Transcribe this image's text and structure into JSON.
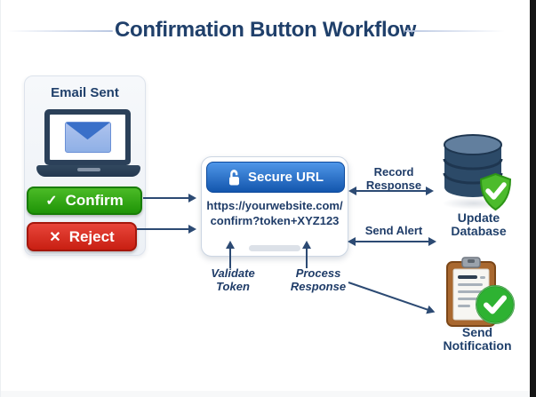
{
  "title": "Confirmation Button Workflow",
  "email_card": {
    "title": "Email Sent",
    "confirm_label": "Confirm",
    "reject_label": "Reject",
    "check_glyph": "✓",
    "x_glyph": "✕"
  },
  "secure_url": {
    "header": "Secure URL",
    "url_line1": "https://yourwebsite.com/",
    "url_line2": "confirm?token+XYZ123"
  },
  "flow_labels": {
    "record_response": "Record Response",
    "send_alert": "Send Alert",
    "validate_token": "Validate Token",
    "process_response": "Process Response"
  },
  "nodes": {
    "update_database": "Update Database",
    "send_notification": "Send Notification"
  },
  "colors": {
    "navy": "#20406b",
    "confirm_green": "#2da30f",
    "reject_red": "#d22b1d",
    "header_blue": "#1f63c0",
    "success_green": "#3fae22",
    "clipboard_brown": "#a9682f"
  }
}
